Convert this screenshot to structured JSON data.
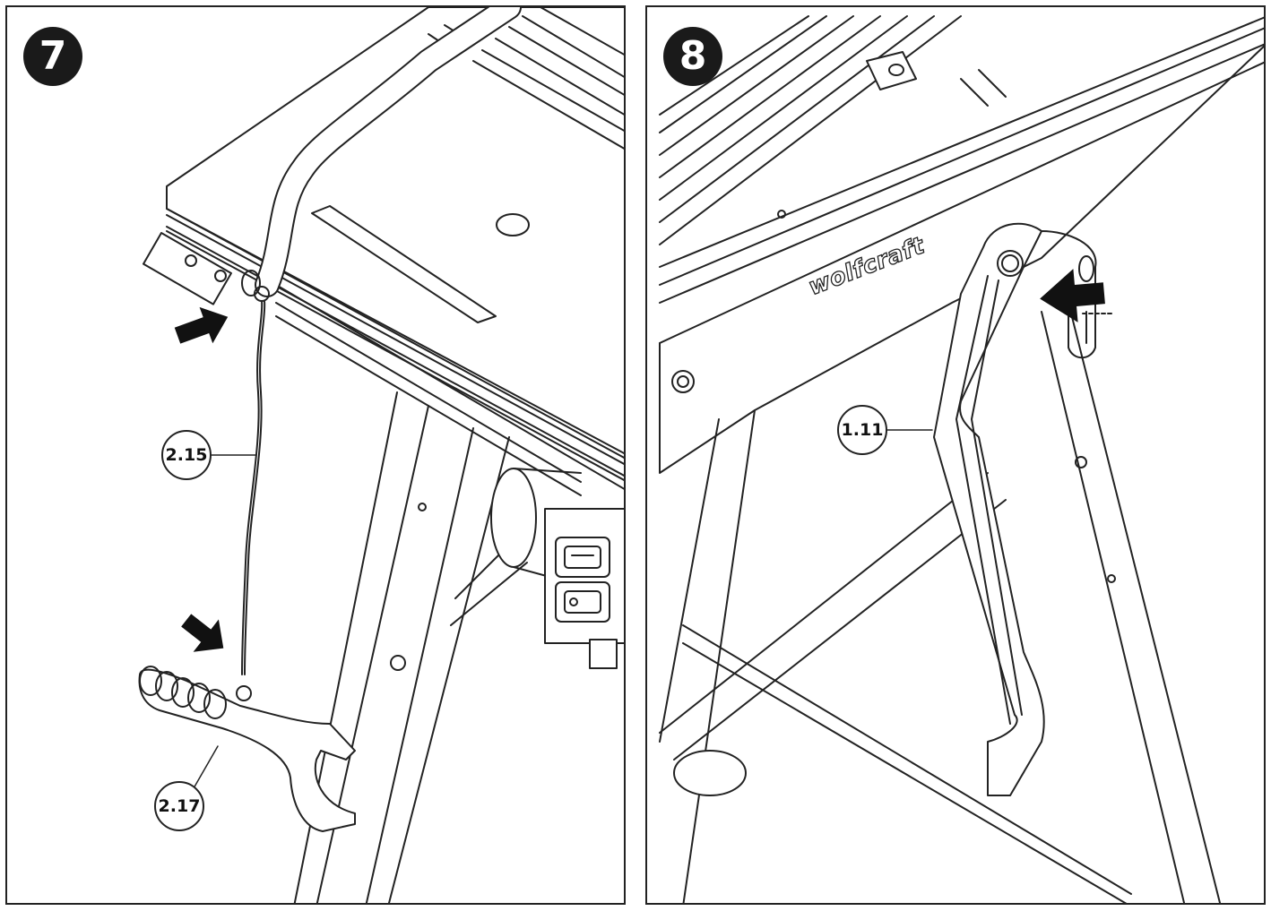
{
  "panels": [
    {
      "step": "7",
      "callouts": {
        "cord": "2.15",
        "pin": "2.17"
      }
    },
    {
      "step": "8",
      "callouts": {
        "lever": "1.11"
      },
      "brand_logo": "wolfcraft"
    }
  ],
  "colors": {
    "ink": "#222222",
    "badge": "#1a1a1a",
    "paper": "#ffffff"
  },
  "icons": [
    "arrow-icon",
    "arrow-icon",
    "arrow-icon"
  ]
}
